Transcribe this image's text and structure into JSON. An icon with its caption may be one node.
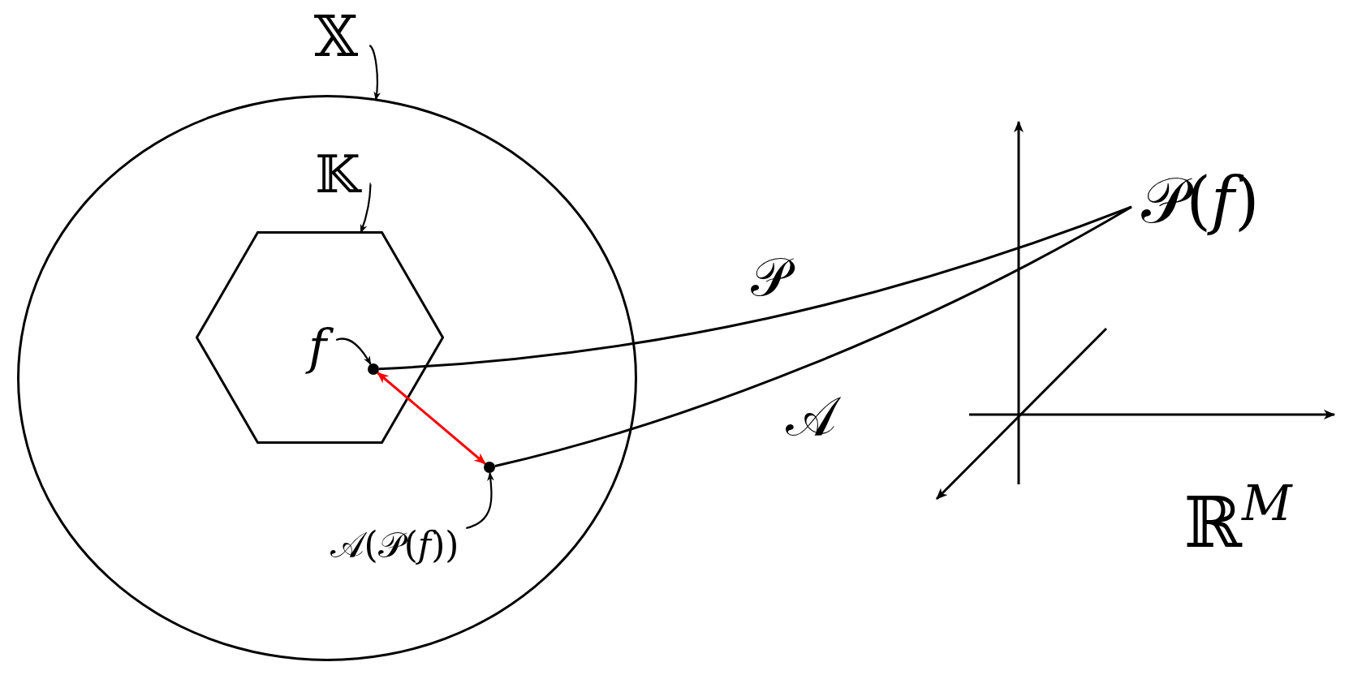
{
  "diagram": {
    "nodes": [
      {
        "text": [
          "𝕏"
        ]
      },
      {
        "text": [],
        "shape": "ellipse"
      },
      {
        "text": [
          "𝕂"
        ],
        "in": 1
      },
      {
        "text": [],
        "shape": "hexagon",
        "in": 1
      },
      {
        "text": [
          "𝑓"
        ],
        "in": 3
      },
      {
        "text": [],
        "shape": "dot",
        "in": 3
      },
      {
        "text": [
          "𝒫(𝑓)"
        ]
      },
      {
        "text": [],
        "shape": "dot",
        "in": 1
      },
      {
        "text": [
          "𝒜(𝒫(𝑓))"
        ],
        "in": 1
      }
    ],
    "edges": [
      {
        "from": 0,
        "to": 1,
        "arrow": "to"
      },
      {
        "from": 2,
        "to": 3,
        "arrow": "to"
      },
      {
        "from": 4,
        "to": 5,
        "arrow": "to"
      },
      {
        "from": 5,
        "to": 6,
        "arrow": "none",
        "label": "𝒫"
      },
      {
        "from": 6,
        "to": 7,
        "arrow": "none",
        "label": "𝒜"
      },
      {
        "from": 5,
        "to": 7,
        "arrow": "both",
        "color": "#ff0000"
      },
      {
        "from": 8,
        "to": 7,
        "arrow": "to"
      }
    ],
    "labels": [
      "ℝ$^{𝑀}$"
    ]
  }
}
